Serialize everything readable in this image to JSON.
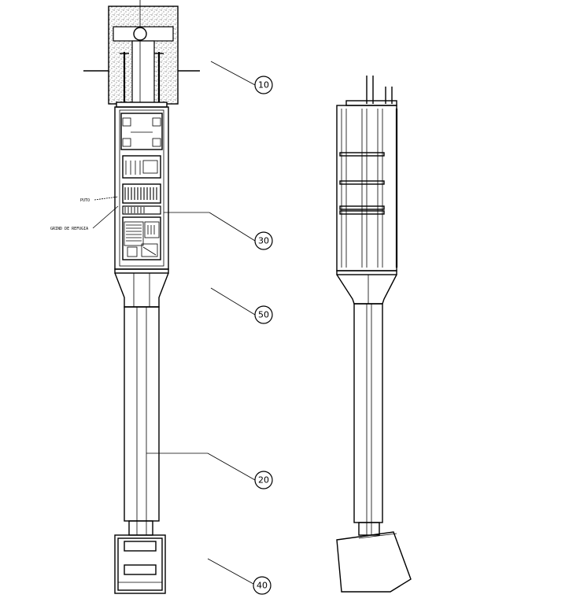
{
  "callouts": [
    {
      "id": "c10",
      "label": "10"
    },
    {
      "id": "c20",
      "label": "20"
    },
    {
      "id": "c30",
      "label": "30"
    },
    {
      "id": "c40",
      "label": "40"
    },
    {
      "id": "c50",
      "label": "50"
    }
  ],
  "side_labels": {
    "label_a": "PUTO",
    "label_b": "GRIND DE REFUGIA"
  }
}
